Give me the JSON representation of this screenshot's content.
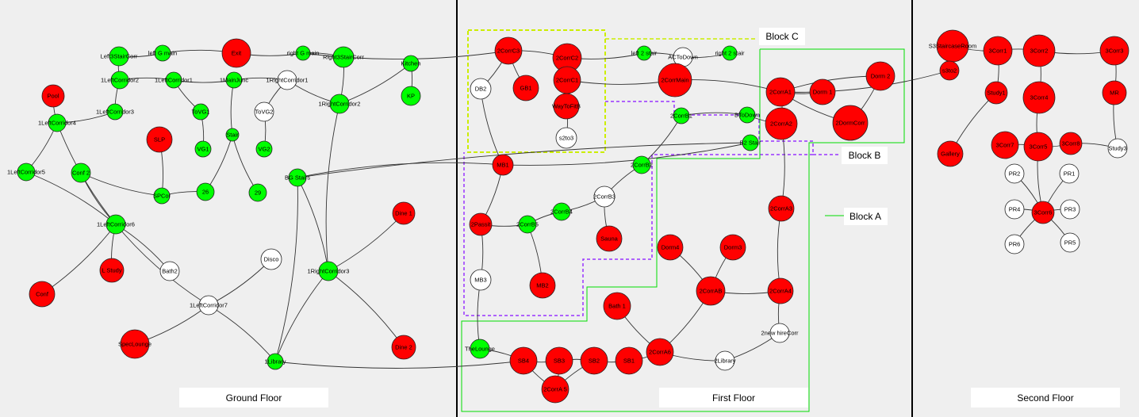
{
  "colors": {
    "red": "#ff0000",
    "green": "#00ff00",
    "white": "#ffffff",
    "edge": "#333333",
    "divider": "#000000",
    "blockA": "#00dd00",
    "blockB": "#9933ff",
    "blockC": "#ccee00"
  },
  "floors": [
    {
      "id": "ground",
      "label": "Ground Floor"
    },
    {
      "id": "first",
      "label": "First Floor"
    },
    {
      "id": "second",
      "label": "Second Floor"
    }
  ],
  "blocks": [
    {
      "id": "A",
      "label": "Block A"
    },
    {
      "id": "B",
      "label": "Block B"
    },
    {
      "id": "C",
      "label": "Block C"
    }
  ],
  "nodes": [
    {
      "id": "LeftStairCorr",
      "label": "Left3StairCorr",
      "color": "green"
    },
    {
      "id": "leftGmain",
      "label": "left G main",
      "color": "green"
    },
    {
      "id": "Exit",
      "label": "Exit",
      "color": "red"
    },
    {
      "id": "rightGmain",
      "label": "right G main",
      "color": "green"
    },
    {
      "id": "RightStairCorr",
      "label": "Right3StairCorr",
      "color": "green"
    },
    {
      "id": "Kitchen",
      "label": "Kitchen",
      "color": "green"
    },
    {
      "id": "KP",
      "label": "KP",
      "color": "green"
    },
    {
      "id": "LC2",
      "label": "1LeftCorridor2",
      "color": "green"
    },
    {
      "id": "LC1",
      "label": "1LeftCorridor1",
      "color": "green"
    },
    {
      "id": "MainJunc",
      "label": "1MainJunc",
      "color": "green"
    },
    {
      "id": "RC1",
      "label": "1RightCorridor1",
      "color": "white"
    },
    {
      "id": "RC2",
      "label": "1RightCorridor2",
      "color": "green"
    },
    {
      "id": "Pool",
      "label": "Pool",
      "color": "red"
    },
    {
      "id": "LC3",
      "label": "1LeftCorridor3",
      "color": "green"
    },
    {
      "id": "ToVG1",
      "label": "ToVG1",
      "color": "green"
    },
    {
      "id": "ToVG2",
      "label": "ToVG2",
      "color": "white"
    },
    {
      "id": "LC4",
      "label": "1LeftCorridor4",
      "color": "green"
    },
    {
      "id": "SLP",
      "label": "SLP",
      "color": "red"
    },
    {
      "id": "Stair",
      "label": "Stair",
      "color": "green"
    },
    {
      "id": "VG1",
      "label": "VG1",
      "color": "green"
    },
    {
      "id": "VG2",
      "label": "VG2",
      "color": "green"
    },
    {
      "id": "LC5",
      "label": "1LeftCorridor5",
      "color": "green"
    },
    {
      "id": "Conf2",
      "label": "Conf 2",
      "color": "green"
    },
    {
      "id": "BG",
      "label": "BG Stairs",
      "color": "green"
    },
    {
      "id": "SPCor",
      "label": "SPCor",
      "color": "green"
    },
    {
      "id": "n26",
      "label": "26",
      "color": "green"
    },
    {
      "id": "n29",
      "label": "29",
      "color": "green"
    },
    {
      "id": "Dine1",
      "label": "Dine 1",
      "color": "red"
    },
    {
      "id": "LC6",
      "label": "1LeftCorridor6",
      "color": "green"
    },
    {
      "id": "Disco",
      "label": "Disco",
      "color": "white"
    },
    {
      "id": "LStudy",
      "label": "L Study",
      "color": "red"
    },
    {
      "id": "Bath2",
      "label": "Bath2",
      "color": "white"
    },
    {
      "id": "RC3",
      "label": "1RightCorridor3",
      "color": "green"
    },
    {
      "id": "Conf",
      "label": "Conf",
      "color": "red"
    },
    {
      "id": "LC7",
      "label": "1LeftCorridor7",
      "color": "white"
    },
    {
      "id": "SpecLounge",
      "label": "SpecLounge",
      "color": "red"
    },
    {
      "id": "Dine2",
      "label": "Dine 2",
      "color": "red"
    },
    {
      "id": "Library1",
      "label": "1Library",
      "color": "green"
    },
    {
      "id": "C3",
      "label": "2CorrC3",
      "color": "red"
    },
    {
      "id": "C2",
      "label": "2CorrC2",
      "color": "red"
    },
    {
      "id": "left2stair",
      "label": "left 2 stair",
      "color": "green"
    },
    {
      "id": "ACToDown",
      "label": "ACToDown",
      "color": "white"
    },
    {
      "id": "right2stair",
      "label": "right 2 stair",
      "color": "green"
    },
    {
      "id": "DB2",
      "label": "DB2",
      "color": "white"
    },
    {
      "id": "GB1",
      "label": "GB1",
      "color": "red"
    },
    {
      "id": "C1",
      "label": "2CorrC1",
      "color": "red"
    },
    {
      "id": "CorrMain",
      "label": "2CorrMain",
      "color": "red"
    },
    {
      "id": "Dorm1",
      "label": "Dorm 1",
      "color": "red"
    },
    {
      "id": "Dorm2",
      "label": "Dorm 2",
      "color": "red"
    },
    {
      "id": "A1",
      "label": "2CorrA1",
      "color": "red"
    },
    {
      "id": "WayToFit",
      "label": "WayToFitB",
      "color": "red"
    },
    {
      "id": "B1",
      "label": "2CorrB1",
      "color": "green"
    },
    {
      "id": "BToDown",
      "label": "BToDown",
      "color": "green"
    },
    {
      "id": "A2",
      "label": "2CorrA2",
      "color": "red"
    },
    {
      "id": "DormCorr",
      "label": "2DormCorr",
      "color": "red"
    },
    {
      "id": "s2to3",
      "label": "s2to3",
      "color": "white"
    },
    {
      "id": "B2Stair",
      "label": "B2 Stair",
      "color": "green"
    },
    {
      "id": "MB1",
      "label": "MB1",
      "color": "red"
    },
    {
      "id": "B2",
      "label": "2CorrB2",
      "color": "green"
    },
    {
      "id": "B3",
      "label": "2CorrB3",
      "color": "white"
    },
    {
      "id": "A3",
      "label": "2CorrA3",
      "color": "red"
    },
    {
      "id": "B4",
      "label": "2CorrB4",
      "color": "green"
    },
    {
      "id": "Passit",
      "label": "2Passit",
      "color": "red"
    },
    {
      "id": "B5",
      "label": "2CorrB5",
      "color": "green"
    },
    {
      "id": "Sauna",
      "label": "Sauna",
      "color": "red"
    },
    {
      "id": "Dorm4",
      "label": "Dorm4",
      "color": "red"
    },
    {
      "id": "Dorm3",
      "label": "Dorm3",
      "color": "red"
    },
    {
      "id": "MB3",
      "label": "MB3",
      "color": "white"
    },
    {
      "id": "MB2",
      "label": "MB2",
      "color": "red"
    },
    {
      "id": "AB",
      "label": "2CorrAB",
      "color": "red"
    },
    {
      "id": "A4",
      "label": "2CorrA4",
      "color": "red"
    },
    {
      "id": "Bath1",
      "label": "Bath 1",
      "color": "red"
    },
    {
      "id": "NewHireCorr",
      "label": "2new hireCorr",
      "color": "white"
    },
    {
      "id": "TheLounge",
      "label": "TheLounge",
      "color": "green"
    },
    {
      "id": "SB4",
      "label": "SB4",
      "color": "red"
    },
    {
      "id": "SB3",
      "label": "SB3",
      "color": "red"
    },
    {
      "id": "SB2",
      "label": "SB2",
      "color": "red"
    },
    {
      "id": "SB1",
      "label": "SB1",
      "color": "red"
    },
    {
      "id": "A6",
      "label": "2CorrA6",
      "color": "red"
    },
    {
      "id": "Library2",
      "label": "2Library",
      "color": "white"
    },
    {
      "id": "A5",
      "label": "2CorrA 5",
      "color": "red"
    },
    {
      "id": "S3Stair",
      "label": "S3StaircaseRoom",
      "color": "red"
    },
    {
      "id": "s3to2",
      "label": "s3to2",
      "color": "red"
    },
    {
      "id": "Corr1",
      "label": "3Corr1",
      "color": "red"
    },
    {
      "id": "Corr2",
      "label": "3Corr2",
      "color": "red"
    },
    {
      "id": "Corr3",
      "label": "3Corr3",
      "color": "red"
    },
    {
      "id": "Study1",
      "label": "Study1",
      "color": "red"
    },
    {
      "id": "Corr4",
      "label": "3Corr4",
      "color": "red"
    },
    {
      "id": "MR",
      "label": "MR",
      "color": "red"
    },
    {
      "id": "Gallery",
      "label": "Gallery",
      "color": "red"
    },
    {
      "id": "Corr7",
      "label": "3Corr7",
      "color": "red"
    },
    {
      "id": "Corr5",
      "label": "3Corr5",
      "color": "red"
    },
    {
      "id": "Corr8",
      "label": "3Corr8",
      "color": "red"
    },
    {
      "id": "Study3",
      "label": "Study3",
      "color": "white"
    },
    {
      "id": "PR2",
      "label": "PR2",
      "color": "white"
    },
    {
      "id": "PR1",
      "label": "PR1",
      "color": "white"
    },
    {
      "id": "PR4",
      "label": "PR4",
      "color": "white"
    },
    {
      "id": "Corr6",
      "label": "3Corr6",
      "color": "red"
    },
    {
      "id": "PR3",
      "label": "PR3",
      "color": "white"
    },
    {
      "id": "PR6",
      "label": "PR6",
      "color": "white"
    },
    {
      "id": "PR5",
      "label": "PR5",
      "color": "white"
    }
  ],
  "edges": [
    [
      "LeftStairCorr",
      "leftGmain"
    ],
    [
      "leftGmain",
      "Exit"
    ],
    [
      "Exit",
      "rightGmain"
    ],
    [
      "rightGmain",
      "RightStairCorr"
    ],
    [
      "LeftStairCorr",
      "LC2"
    ],
    [
      "LC2",
      "LC1"
    ],
    [
      "LC1",
      "MainJunc"
    ],
    [
      "MainJunc",
      "RC1"
    ],
    [
      "RC1",
      "RC2"
    ],
    [
      "RightStairCorr",
      "RC2"
    ],
    [
      "RC2",
      "Kitchen"
    ],
    [
      "Kitchen",
      "KP"
    ],
    [
      "LC2",
      "LC3"
    ],
    [
      "LC3",
      "LC4"
    ],
    [
      "Pool",
      "LC4"
    ],
    [
      "LC4",
      "LC5"
    ],
    [
      "LC4",
      "LC6"
    ],
    [
      "LC5",
      "LC6"
    ],
    [
      "LC1",
      "ToVG1"
    ],
    [
      "ToVG1",
      "VG1"
    ],
    [
      "RC1",
      "ToVG2"
    ],
    [
      "ToVG2",
      "VG2"
    ],
    [
      "MainJunc",
      "Stair"
    ],
    [
      "Stair",
      "n26"
    ],
    [
      "Stair",
      "n29"
    ],
    [
      "SLP",
      "SPCor"
    ],
    [
      "Conf2",
      "SPCor"
    ],
    [
      "SPCor",
      "n26"
    ],
    [
      "Conf2",
      "LC6"
    ],
    [
      "LC6",
      "Conf"
    ],
    [
      "LC6",
      "LStudy"
    ],
    [
      "LC6",
      "Bath2"
    ],
    [
      "LC6",
      "LC7"
    ],
    [
      "LC7",
      "SpecLounge"
    ],
    [
      "LC7",
      "Disco"
    ],
    [
      "LC7",
      "Library1"
    ],
    [
      "RC2",
      "RC3"
    ],
    [
      "BG",
      "RC3"
    ],
    [
      "RC3",
      "Dine1"
    ],
    [
      "RC3",
      "Dine2"
    ],
    [
      "RC3",
      "Library1"
    ],
    [
      "BG",
      "Library1"
    ],
    [
      "Library1",
      "SB4"
    ],
    [
      "BG",
      "B2Stair"
    ],
    [
      "rightGmain",
      "C3"
    ],
    [
      "C3",
      "C2"
    ],
    [
      "C2",
      "left2stair"
    ],
    [
      "left2stair",
      "ACToDown"
    ],
    [
      "ACToDown",
      "right2stair"
    ],
    [
      "C3",
      "DB2"
    ],
    [
      "C3",
      "GB1"
    ],
    [
      "C2",
      "C1"
    ],
    [
      "C1",
      "CorrMain"
    ],
    [
      "CorrMain",
      "A1"
    ],
    [
      "C1",
      "WayToFit"
    ],
    [
      "WayToFit",
      "s2to3"
    ],
    [
      "DB2",
      "MB1"
    ],
    [
      "MB1",
      "Passit"
    ],
    [
      "MB1",
      "B2Stair"
    ],
    [
      "Passit",
      "MB3"
    ],
    [
      "Passit",
      "B5"
    ],
    [
      "B5",
      "B4"
    ],
    [
      "B4",
      "B3"
    ],
    [
      "B3",
      "B2"
    ],
    [
      "B3",
      "Sauna"
    ],
    [
      "B5",
      "MB2"
    ],
    [
      "MB3",
      "TheLounge"
    ],
    [
      "TheLounge",
      "SB4"
    ],
    [
      "B2",
      "B1"
    ],
    [
      "B1",
      "BToDown"
    ],
    [
      "BToDown",
      "A2"
    ],
    [
      "A1",
      "A2"
    ],
    [
      "A1",
      "Dorm1"
    ],
    [
      "A1",
      "Dorm2"
    ],
    [
      "A1",
      "DormCorr"
    ],
    [
      "Dorm2",
      "DormCorr"
    ],
    [
      "A1",
      "s3to2"
    ],
    [
      "A2",
      "A3"
    ],
    [
      "A3",
      "A4"
    ],
    [
      "A4",
      "AB"
    ],
    [
      "A4",
      "NewHireCorr"
    ],
    [
      "Dorm4",
      "AB"
    ],
    [
      "Dorm3",
      "AB"
    ],
    [
      "AB",
      "A6"
    ],
    [
      "Bath1",
      "A6"
    ],
    [
      "A6",
      "SB1"
    ],
    [
      "A6",
      "Library2"
    ],
    [
      "SB1",
      "SB2"
    ],
    [
      "SB2",
      "SB3"
    ],
    [
      "SB3",
      "SB4"
    ],
    [
      "SB4",
      "A5"
    ],
    [
      "SB3",
      "A5"
    ],
    [
      "SB2",
      "A5"
    ],
    [
      "NewHireCorr",
      "Library2"
    ],
    [
      "MB1",
      "BG"
    ],
    [
      "S3Stair",
      "s3to2"
    ],
    [
      "S3Stair",
      "Corr1"
    ],
    [
      "Corr1",
      "Corr2"
    ],
    [
      "Corr2",
      "Corr3"
    ],
    [
      "Corr1",
      "Study1"
    ],
    [
      "Study1",
      "Gallery"
    ],
    [
      "Corr2",
      "Corr4"
    ],
    [
      "Corr4",
      "Corr5"
    ],
    [
      "Corr3",
      "MR"
    ],
    [
      "MR",
      "Study3"
    ],
    [
      "Corr7",
      "Corr5"
    ],
    [
      "Corr5",
      "Corr8"
    ],
    [
      "Corr8",
      "Study3"
    ],
    [
      "Corr5",
      "Corr6"
    ],
    [
      "Corr6",
      "PR1"
    ],
    [
      "Corr6",
      "PR2"
    ],
    [
      "Corr6",
      "PR3"
    ],
    [
      "Corr6",
      "PR4"
    ],
    [
      "Corr6",
      "PR5"
    ],
    [
      "Corr6",
      "PR6"
    ]
  ]
}
